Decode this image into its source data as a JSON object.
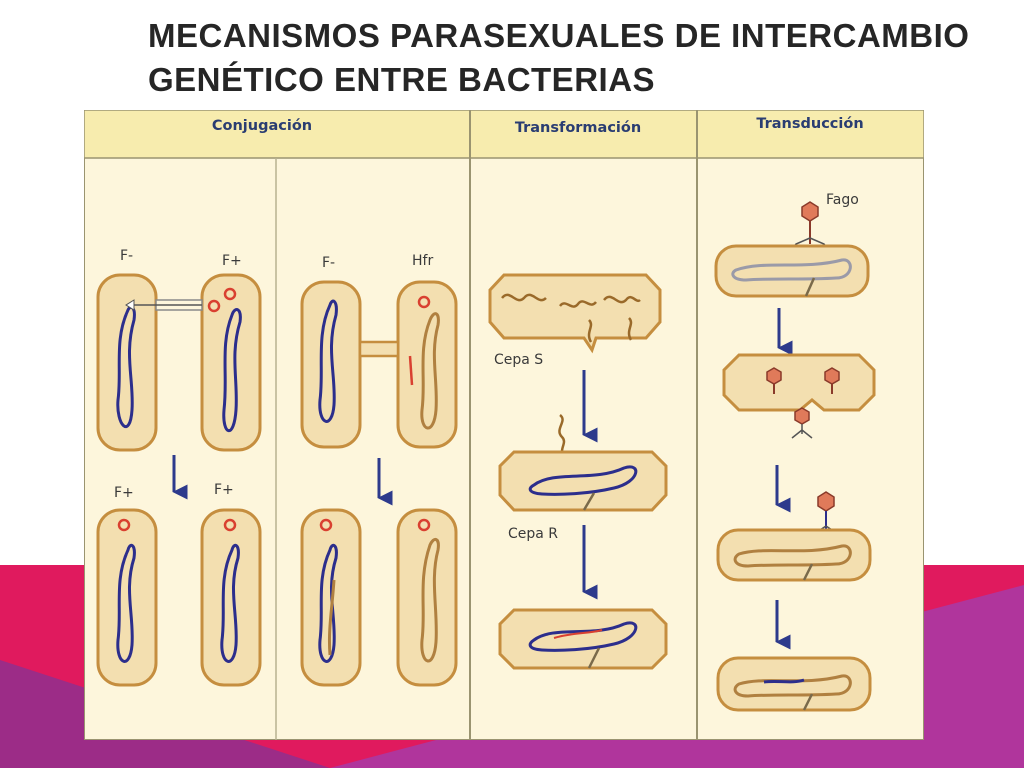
{
  "slide": {
    "title_line1": "MECANISMOS PARASEXUALES DE INTERCAMBIO",
    "title_line2": "GENÉTICO ENTRE BACTERIAS"
  },
  "diagram": {
    "headers": {
      "conjugation": "Conjugación",
      "transformation": "Transformación",
      "transduction": "Transducción"
    },
    "labels": {
      "f_minus_1": "F-",
      "f_plus_1": "F+",
      "f_plus_result_1": "F+",
      "f_plus_result_2": "F+",
      "f_minus_2": "F-",
      "hfr": "Hfr",
      "cepa_s": "Cepa S",
      "cepa_r": "Cepa R",
      "fago": "Fago"
    }
  },
  "colors": {
    "accent_magenta": "#e01a5e",
    "accent_purple": "#b0359c",
    "panel_fill": "#fdf6dc",
    "header_fill": "#f7ecae",
    "cell_wall": "#c58e3f",
    "chromosome_blue": "#2c2e8c",
    "plasmid_red": "#d94030",
    "arrow_blue": "#2d3a8c"
  }
}
